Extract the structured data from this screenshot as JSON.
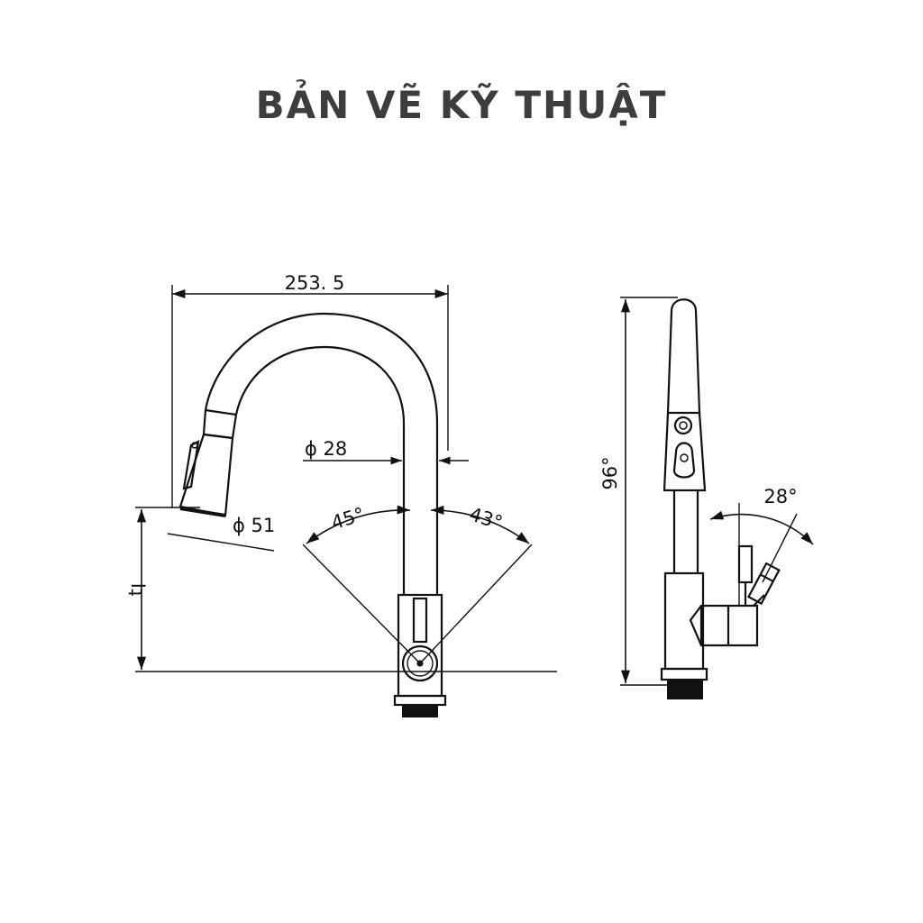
{
  "title": "BẢN VẼ KỸ THUẬT",
  "front_view": {
    "width_label": "253. 5",
    "tube_diameter_label": "ϕ 28",
    "head_diameter_label": "ϕ 51",
    "left_angle_label": "45°",
    "right_angle_label": "43°",
    "height_label": "Iʇ"
  },
  "side_view": {
    "height_label": "96°",
    "handle_angle_label": "28°"
  },
  "colors": {
    "title": "#3d3d3d",
    "line": "#111111"
  }
}
